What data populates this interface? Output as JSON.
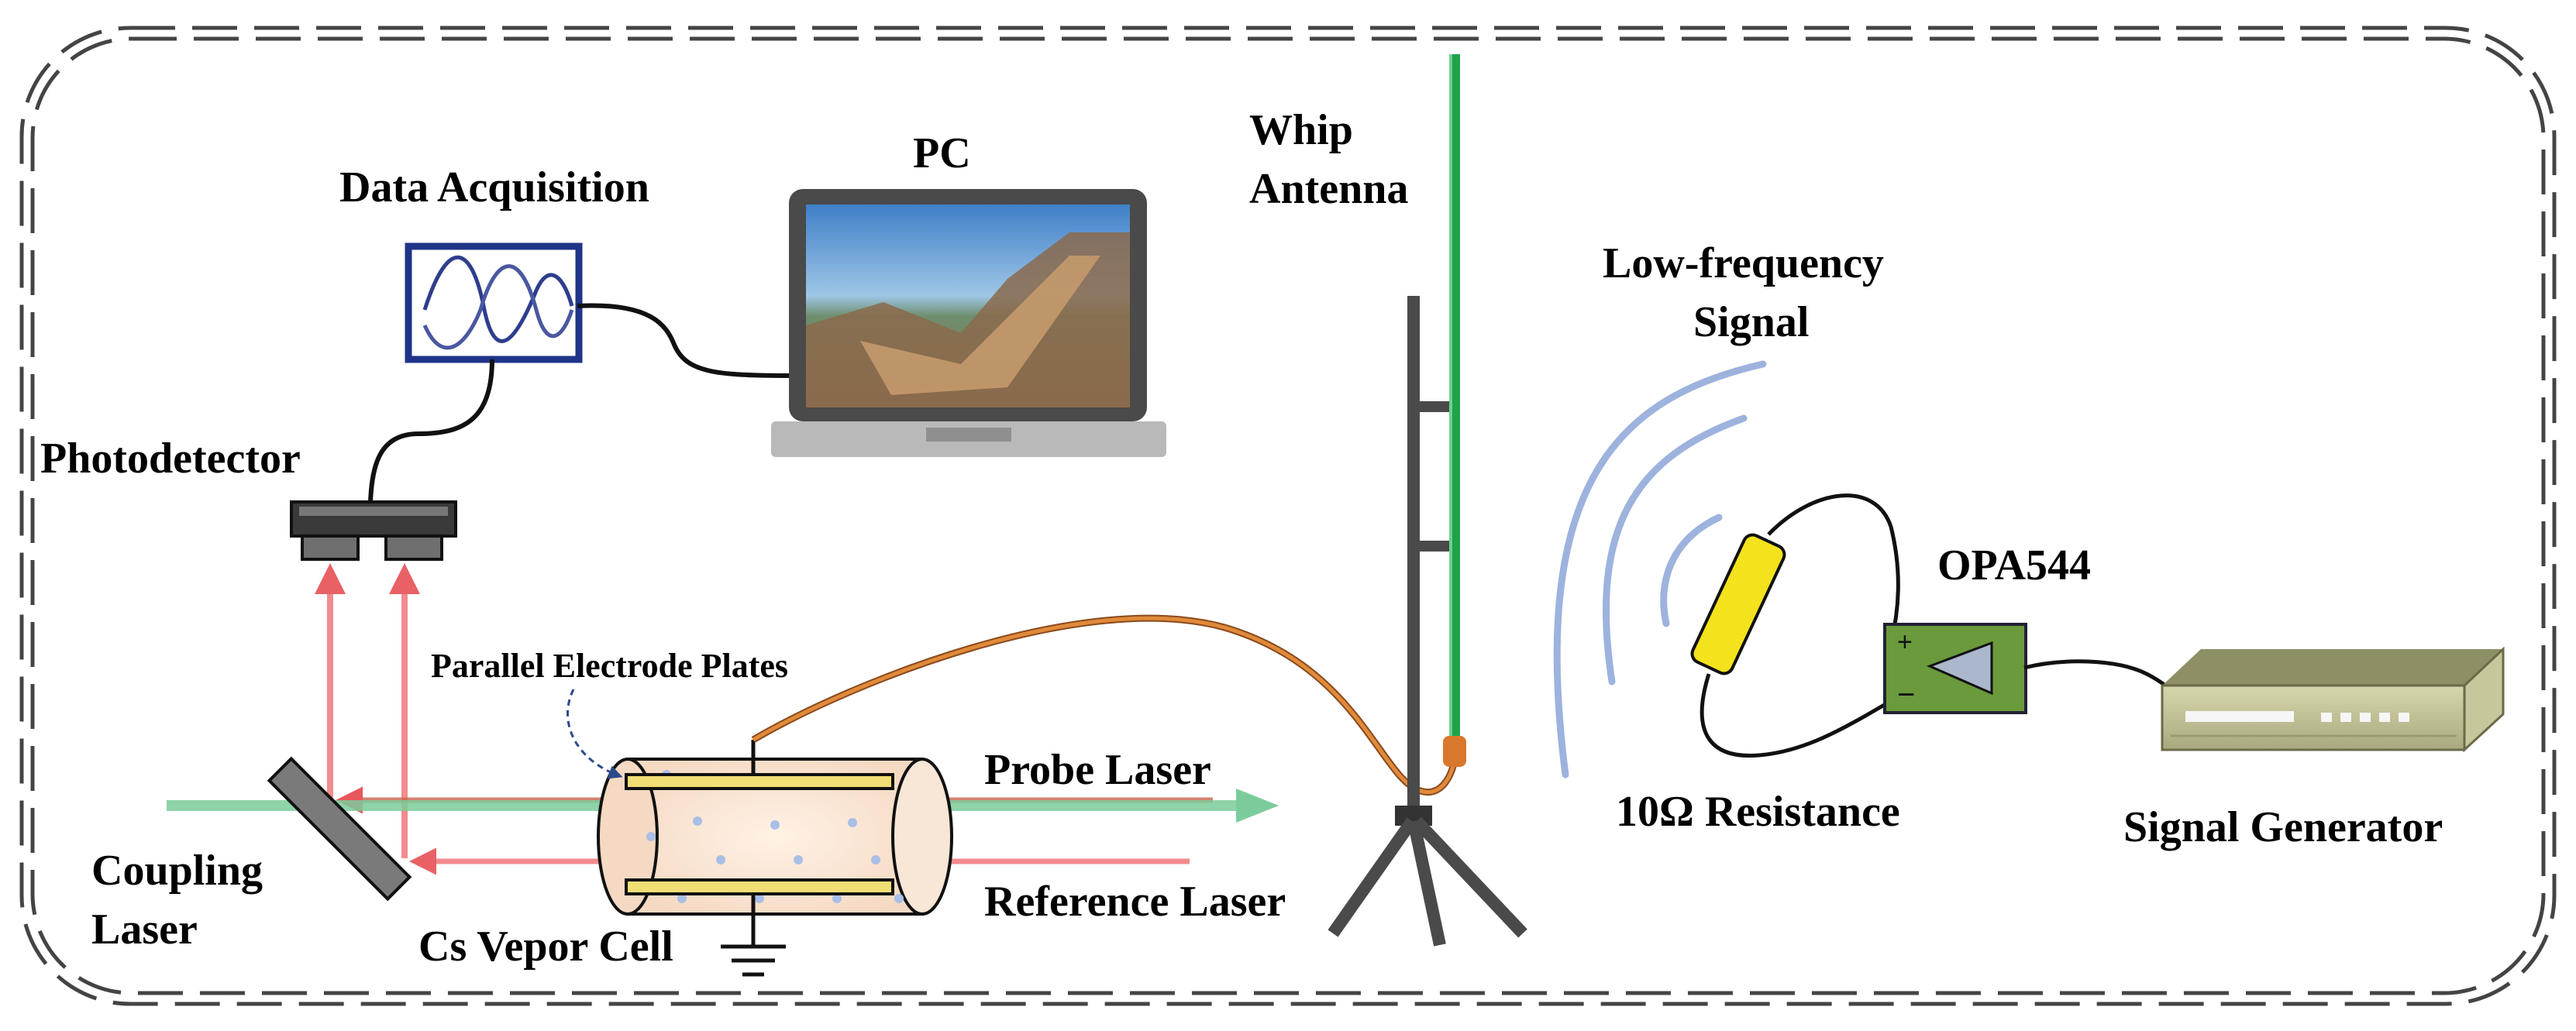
{
  "labels": {
    "data_acquisition": "Data Acquisition",
    "pc": "PC",
    "whip_antenna_line1": "Whip",
    "whip_antenna_line2": "Antenna",
    "low_frequency_line1": "Low-frequency",
    "low_frequency_line2": "Signal",
    "photodetector": "Photodetector",
    "opa544": "OPA544",
    "parallel_electrode_plates": "Parallel Electrode Plates",
    "probe_laser": "Probe Laser",
    "reference_laser": "Reference Laser",
    "coupling_laser_line1": "Coupling",
    "coupling_laser_line2": "Laser",
    "cs_vapor_cell": "Cs Vepor Cell",
    "resistance": "10Ω Resistance",
    "signal_generator": "Signal Generator"
  },
  "colors": {
    "probe_laser": "#7ccc9b",
    "reference_laser": "#ef6f72",
    "cable": "#d9772c",
    "antenna": "#1fa24a",
    "wave": "#9db3de",
    "daq_frame": "#1f3488",
    "opamp_board": "#6a9a3c",
    "resistor": "#f3e21c"
  },
  "icons": {
    "laptop": "laptop-icon",
    "oscilloscope": "oscilloscope-icon",
    "photodetector": "photodetector-icon",
    "mirror": "mirror-icon",
    "vapor_cell": "vapor-cell-icon",
    "ground": "ground-icon",
    "tripod": "tripod-icon",
    "resistor": "resistor-icon",
    "op_amp": "op-amp-icon",
    "signal_generator": "signal-generator-icon"
  }
}
